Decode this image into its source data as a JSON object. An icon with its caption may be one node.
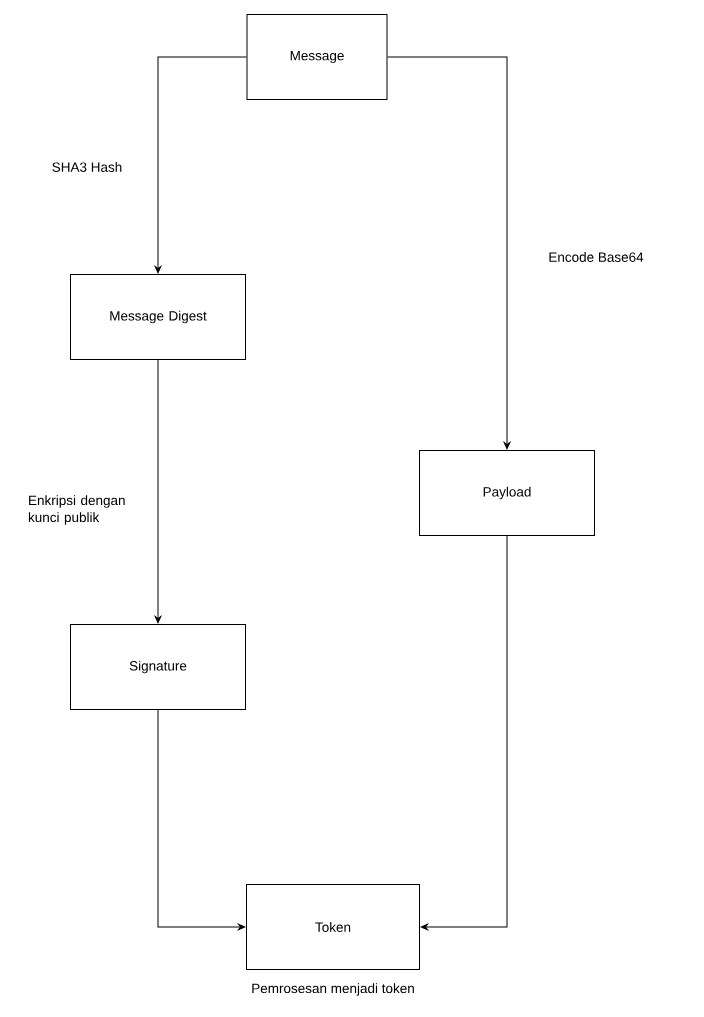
{
  "diagram": {
    "nodes": [
      {
        "text": [
          "Message"
        ]
      },
      {
        "text": [
          "Message Digest"
        ]
      },
      {
        "text": [
          "Payload"
        ]
      },
      {
        "text": [
          "Signature"
        ]
      },
      {
        "text": [
          "Token"
        ],
        "beside": [
          "Pemrosesan menjadi token"
        ]
      }
    ],
    "edges": [
      {
        "from": 0,
        "to": 1,
        "arrow": "to",
        "label": "SHA3 Hash"
      },
      {
        "from": 0,
        "to": 2,
        "arrow": "to",
        "label": "Encode Base64"
      },
      {
        "from": 1,
        "to": 3,
        "arrow": "to",
        "label": "Enkripsi dengan kunci publik"
      },
      {
        "from": 3,
        "to": 4,
        "arrow": "to"
      },
      {
        "from": 2,
        "to": 4,
        "arrow": "to"
      }
    ]
  }
}
